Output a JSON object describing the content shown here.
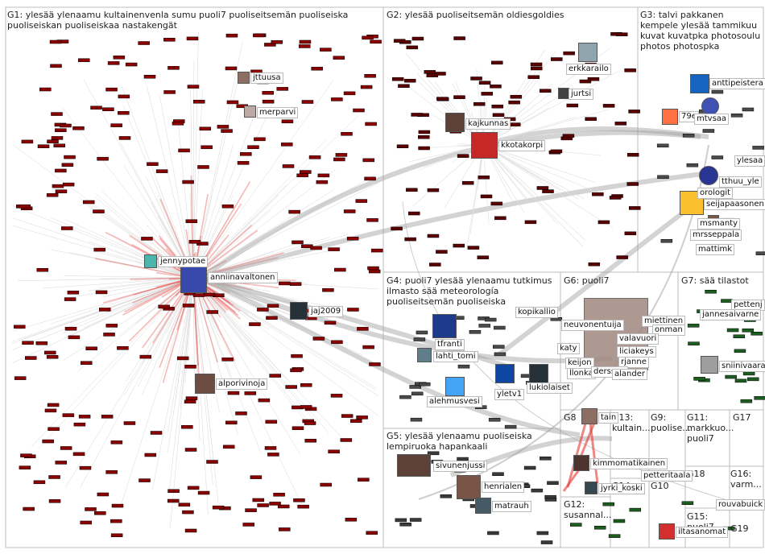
{
  "groups": [
    {
      "id": "G1",
      "label": "G1: ylesää ylenaamu kultainenvenla sumu puoli7 puoliseitsemän puoliseiska puoliseiskan puoliseiskaa nastakengät"
    },
    {
      "id": "G2",
      "label": "G2: ylesää puoliseitsemän oldiesgoldies"
    },
    {
      "id": "G3",
      "label": "G3: talvi pakkanen kempele ylesää tammikuu kuvat kuvatpka photosoulu photos photospka"
    },
    {
      "id": "G4",
      "label": "G4: puoli7 ylesää ylenaamu tutkimus ilmasto sää meteorología puoliseitsemän puoliseiska"
    },
    {
      "id": "G5",
      "label": "G5: ylesää ylenaamu puoliseiska lempiruoka hapankaali"
    },
    {
      "id": "G6",
      "label": "G6: puoli7"
    },
    {
      "id": "G7",
      "label": "G7: sää tilastot"
    },
    {
      "id": "G8",
      "label": "G8"
    },
    {
      "id": "G9",
      "label": "G9: puolise..."
    },
    {
      "id": "G10",
      "label": "G10"
    },
    {
      "id": "G11",
      "label": "G11: markkuo... puoli7"
    },
    {
      "id": "G12",
      "label": "G12: susannal..."
    },
    {
      "id": "G13",
      "label": "G13: kultain..."
    },
    {
      "id": "G14",
      "label": "G14"
    },
    {
      "id": "G15",
      "label": "G15: puoli7"
    },
    {
      "id": "G16",
      "label": "G16: varm..."
    },
    {
      "id": "G17",
      "label": "G17"
    },
    {
      "id": "G18",
      "label": "G18"
    },
    {
      "id": "G19",
      "label": "G19"
    }
  ],
  "nodes": {
    "jttuusa": "jttuusa",
    "merparvi": "merparvi",
    "jennypotae": "jennypotae",
    "anniinavaltonen": "anniinavaltonen",
    "jaj2009": "jaj2009",
    "alporivinoja": "alporivinoja",
    "erkkarailo": "erkkarailo",
    "jurtsi": "jurtsi",
    "kajkunnas": "kajkunnas",
    "kkotakorpi": "kkotakorpi",
    "anttipeistera": "anttipeistera",
    "mtvsaa": "mtvsaa",
    "n79e": "79e",
    "ylesaa": "ylesaa",
    "tthuu_yle": "tthuu_yle",
    "orologit": "orologit",
    "seijapaasonen": "seijapaasonen",
    "msmanty": "msmanty",
    "mrsseppala": "mrsseppala",
    "mattimk": "mattimk",
    "kopikallio": "kopikallio",
    "tfranti": "tfranti",
    "lahti_tomi": "lahti_tomi",
    "alehmusvesi": "alehmusvesi",
    "yletv1": "yletv1",
    "lukiolaiset": "lukiolaiset",
    "neuvonentuija": "neuvonentuija",
    "miettinen": "miettinen",
    "onman": "onman",
    "valavuori": "valavuori",
    "liciakeys": "liciakeys",
    "rjanne": "rjanne",
    "keijon": "keijon",
    "katy": "katy",
    "llonka": "llonka",
    "dersson": "dersson",
    "alander": "alander",
    "pettenj": "pettenj",
    "jannesaivarne": "jannesaivarne",
    "sniinivaara": "sniinivaara",
    "sivunenjussi": "sivunenjussi",
    "henrialen": "henrialen",
    "matrauh": "matrauh",
    "tain": "tain",
    "kimmomatikainen": "kimmomatikainen",
    "petteritaala": "petteritaala",
    "jyrki_koski": "jyrki_koski",
    "rouvabuick": "rouvabuick",
    "iltasanomat": "iltasanomat"
  },
  "colors": {
    "edge_red": "#e53935",
    "edge_grey": "#9e9e9e",
    "grid_border": "#bdbdbd"
  }
}
